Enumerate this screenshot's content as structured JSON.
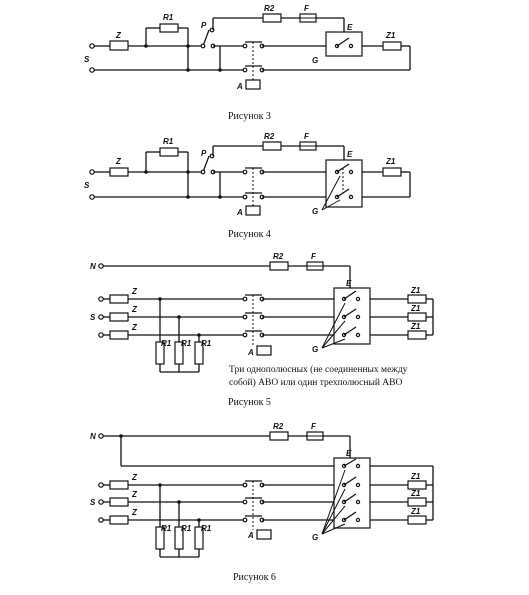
{
  "labels": {
    "Z": "Z",
    "Z1": "Z1",
    "R1": "R1",
    "R2": "R2",
    "F": "F",
    "E": "E",
    "G": "G",
    "P": "P",
    "S": "S",
    "A": "A",
    "N": "N"
  },
  "captions": {
    "fig3": "Рисунок 3",
    "fig4": "Рисунок 4",
    "fig5": "Рисунок 5",
    "fig6": "Рисунок 6"
  },
  "note": {
    "line1": "Три однополюсных (не соединенных между",
    "line2": "собой) АВО или один трехполюсный АВО"
  }
}
